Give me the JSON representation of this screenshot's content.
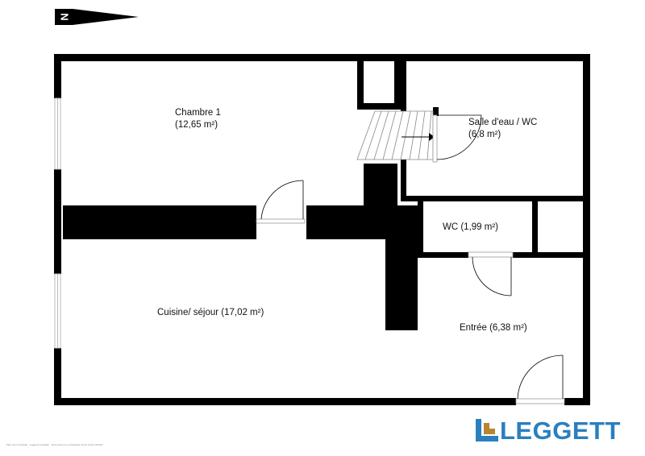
{
  "compass": {
    "label": "N"
  },
  "rooms": {
    "chambre": {
      "name": "Chambre 1",
      "area": "(12,65 m²)"
    },
    "salle_eau": {
      "name": "Salle d'eau / WC",
      "area": "(6,8 m²)"
    },
    "wc": {
      "label": "WC (1,99 m²)"
    },
    "cuisine": {
      "label": "Cuisine/ séjour (17,02 m²)"
    },
    "entree": {
      "label": "Entrée (6,38 m²)"
    }
  },
  "brand": {
    "name": "LEGGETT",
    "color": "#2a7fbf",
    "mark_color": "#b8842c"
  },
  "footer": {
    "disclaimer": "Plan non à l'échelle · Leggett Immobilier · Document non contractuel, fourni à titre indicatif"
  },
  "colors": {
    "wall": "#000000",
    "window": "#bbbbbb",
    "background": "#ffffff"
  }
}
